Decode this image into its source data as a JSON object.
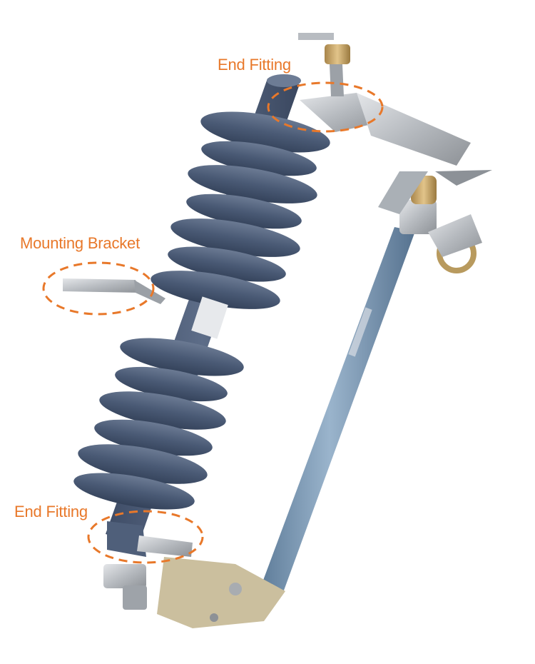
{
  "callouts": {
    "top": "End Fitting",
    "middle": "Mounting Bracket",
    "bottom": "End Fitting"
  },
  "colors": {
    "accent": "#e8782a",
    "insulator": "#4f5f7a",
    "tube": "#7a97b3",
    "metal": "#c9ccd0",
    "brass": "#c8a25e"
  }
}
